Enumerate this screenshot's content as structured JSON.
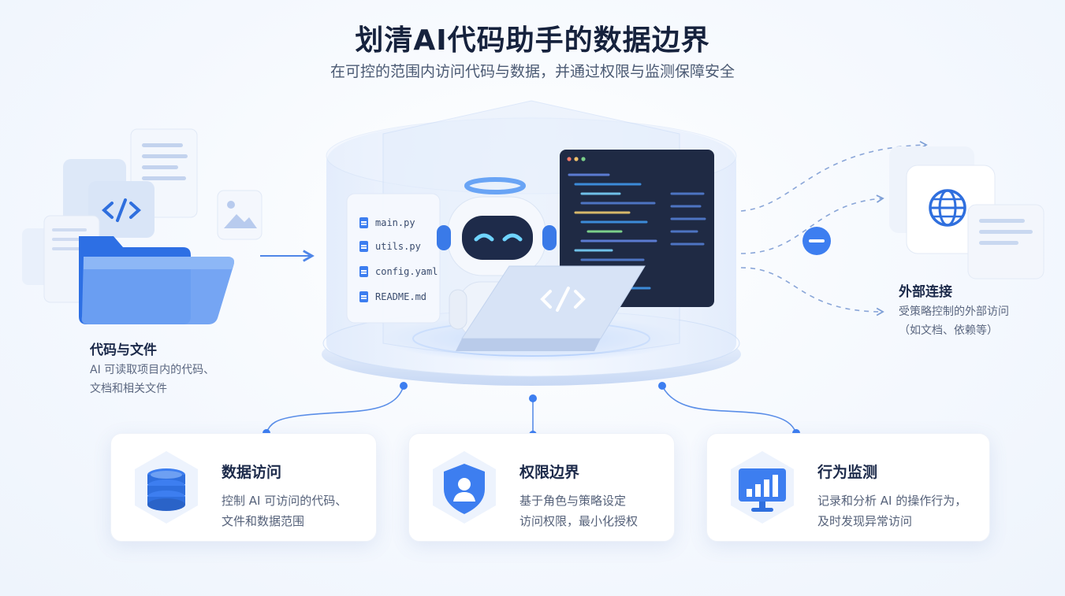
{
  "header": {
    "title": "划清AI代码助手的数据边界",
    "subtitle": "在可控的范围内访问代码与数据，并通过权限与监测保障安全"
  },
  "left_panel": {
    "title": "代码与文件",
    "lines": [
      "AI 可读取项目内的代码、",
      "文档和相关文件"
    ]
  },
  "right_panel": {
    "title": "外部连接",
    "lines": [
      "受策略控制的外部访问",
      "（如文档、依赖等）"
    ]
  },
  "center": {
    "files": [
      "main.py",
      "utils.py",
      "config.yaml",
      "README.md"
    ]
  },
  "cards": [
    {
      "title": "数据访问",
      "lines": [
        "控制 AI 可访问的代码、",
        "文件和数据范围"
      ],
      "icon": "database-icon"
    },
    {
      "title": "权限边界",
      "lines": [
        "基于角色与策略设定",
        "访问权限，最小化授权"
      ],
      "icon": "shield-user-icon"
    },
    {
      "title": "行为监测",
      "lines": [
        "记录和分析 AI 的操作行为，",
        "及时发现异常访问"
      ],
      "icon": "monitor-chart-icon"
    }
  ],
  "colors": {
    "accent": "#3d7ef0",
    "accent_dark": "#1f5fd6",
    "text": "#1c2a4a",
    "muted": "#56627a"
  }
}
